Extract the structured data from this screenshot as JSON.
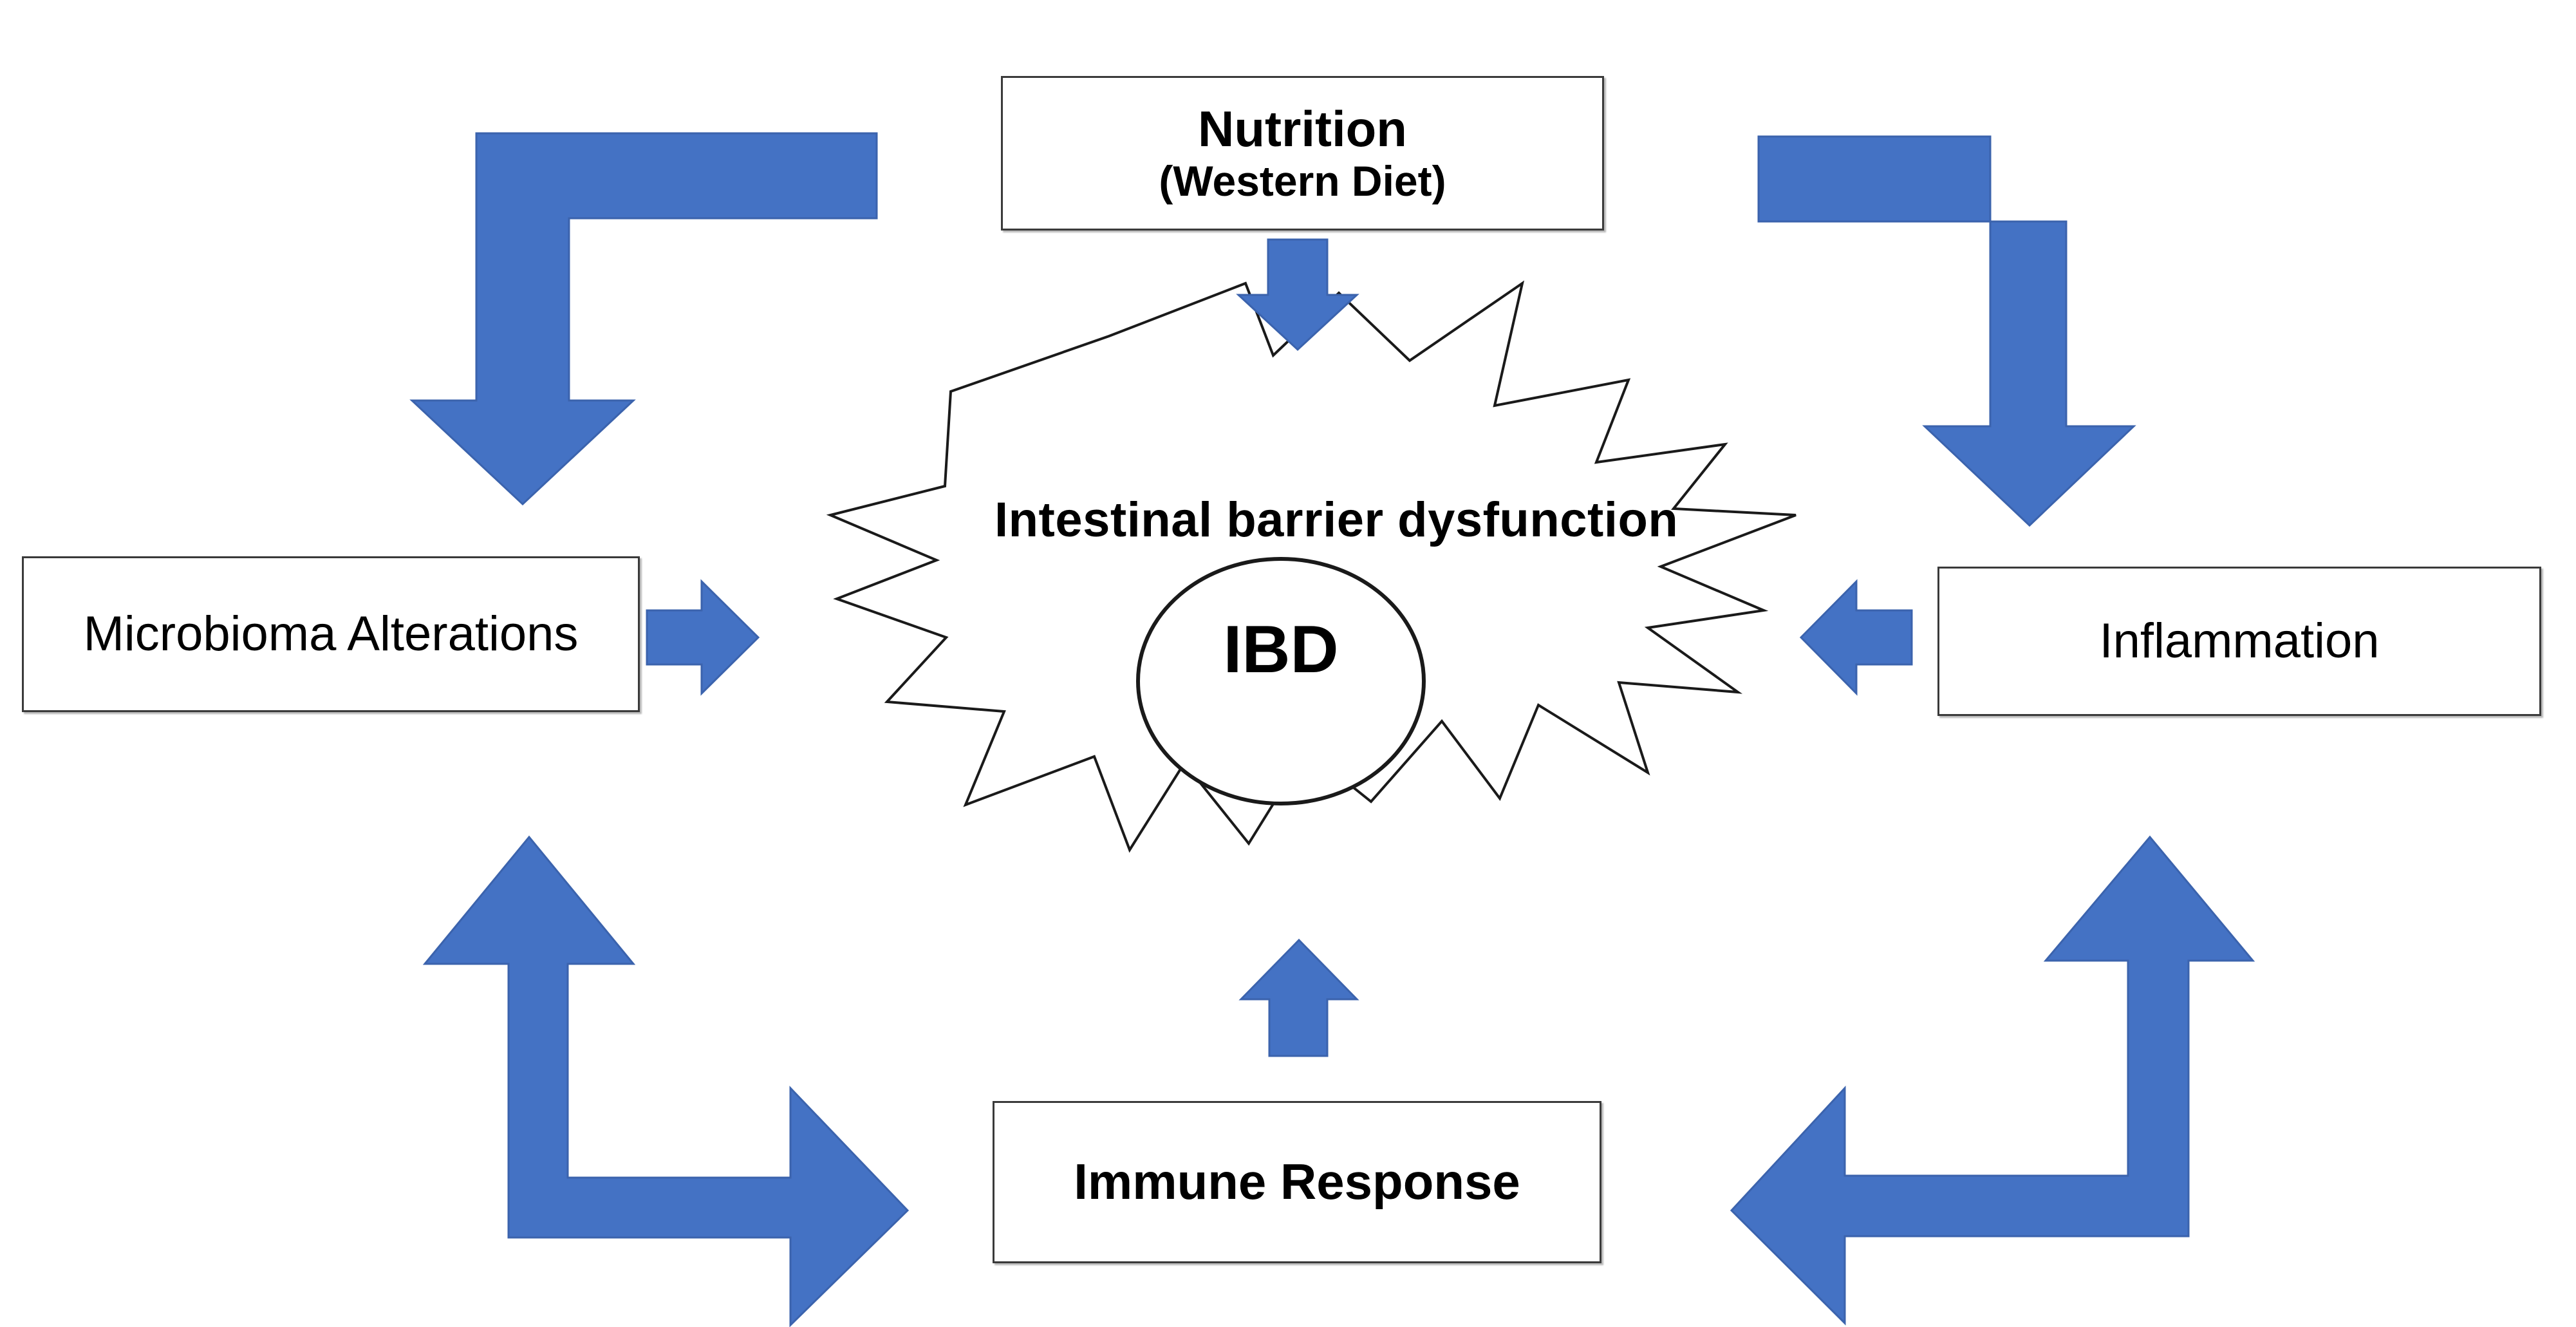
{
  "diagram": {
    "title_center": "IBD",
    "burst_label": "Intestinal  barrier  dysfunction",
    "accent_color": "#4472C4",
    "outline_color": "#3a3a3a",
    "background_color": "#ffffff"
  },
  "nodes": {
    "nutrition": {
      "line1": "Nutrition",
      "line2": "(Western Diet)"
    },
    "microbioma": {
      "label": "Microbioma Alterations"
    },
    "inflammation": {
      "label": "Inflammation"
    },
    "immune": {
      "label": "Immune Response"
    }
  },
  "arrows": {
    "nutrition_to_center": "arrow-down-icon",
    "microbioma_to_center": "arrow-right-icon",
    "inflammation_to_center": "arrow-left-icon",
    "immune_to_center": "arrow-up-icon",
    "top_left_elbow": "bent-arrow-left-down-icon",
    "top_right_elbow": "bent-arrow-right-down-icon",
    "bottom_left_elbow": "double-bent-arrow-up-right-icon",
    "bottom_right_elbow": "double-bent-arrow-up-left-icon"
  }
}
